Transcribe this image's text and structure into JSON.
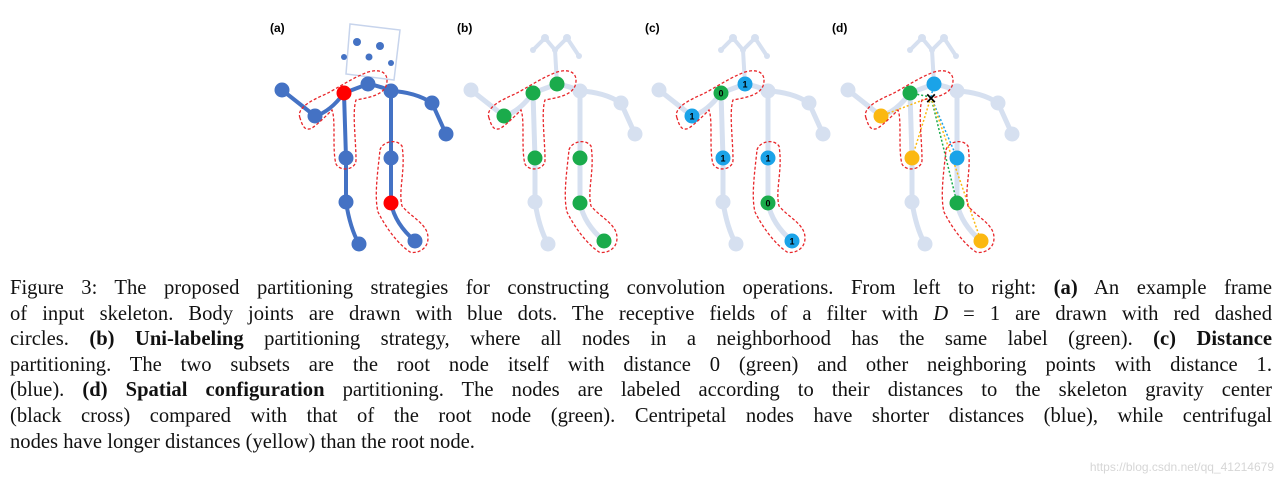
{
  "figure": {
    "panels": [
      {
        "id": "a",
        "label": "(a)",
        "style": "input-skeleton"
      },
      {
        "id": "b",
        "label": "(b)",
        "style": "uni-labeling"
      },
      {
        "id": "c",
        "label": "(c)",
        "style": "distance"
      },
      {
        "id": "d",
        "label": "(d)",
        "style": "spatial-configuration"
      }
    ],
    "colors": {
      "skeleton": "#4472c4",
      "skeleton_faded": "#d6e0f0",
      "root_red": "#ff0000",
      "receptive_field": "#e8262a",
      "green": "#1aab4b",
      "blue": "#1aa3e8",
      "yellow": "#fbb811",
      "cross": "#000000"
    },
    "distance_labels": {
      "root": "0",
      "neighbor": "1"
    },
    "cross_symbol": "×"
  },
  "caption": {
    "lines": [
      [
        {
          "t": "Figure 3: The proposed partitioning strategies for constructing convolution operations. From left to right: "
        },
        {
          "t": "(a)",
          "b": true
        },
        {
          "t": " An example frame"
        }
      ],
      [
        {
          "t": "of input skeleton. Body joints are drawn with blue dots. The receptive fields of a filter with "
        },
        {
          "t": "D",
          "i": true
        },
        {
          "t": " = 1 are drawn with red dashed"
        }
      ],
      [
        {
          "t": "circles. "
        },
        {
          "t": "(b) Uni-labeling",
          "b": true
        },
        {
          "t": " partitioning strategy, where all nodes in a neighborhood has the same label (green). "
        },
        {
          "t": "(c) Distance",
          "b": true
        }
      ],
      [
        {
          "t": "partitioning. The two subsets are the root node itself with distance 0 (green) and other neighboring points with distance 1."
        }
      ],
      [
        {
          "t": "(blue). "
        },
        {
          "t": "(d) Spatial configuration",
          "b": true
        },
        {
          "t": " partitioning. The nodes are labeled according to their distances to the skeleton gravity center"
        }
      ],
      [
        {
          "t": "(black cross) compared with that of the root node (green). Centripetal nodes have shorter distances (blue), while centrifugal"
        }
      ],
      [
        {
          "t": "nodes have longer distances (yellow) than the root node."
        }
      ]
    ]
  },
  "watermark": "https://blog.csdn.net/qq_41214679"
}
